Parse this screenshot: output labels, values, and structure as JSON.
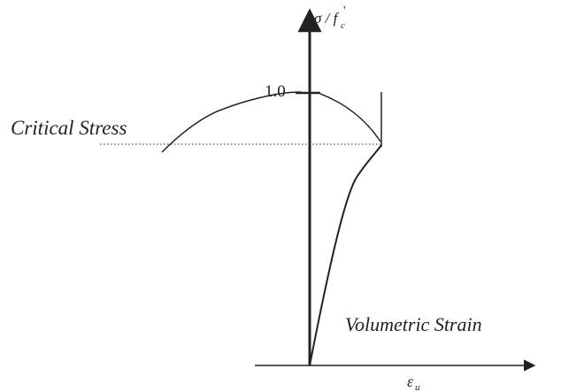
{
  "diagram": {
    "y_axis_label_sigma": "σ / f",
    "y_axis_label_sub": "c",
    "y_axis_label_prime": "'",
    "peak_label": "1.0",
    "critical_stress_label": "Critical Stress",
    "volumetric_strain_label": "Volumetric Strain",
    "x_axis_label_eps": "ε",
    "x_axis_label_sub": "u"
  },
  "colors": {
    "ink": "#222222",
    "background": "#ffffff"
  }
}
